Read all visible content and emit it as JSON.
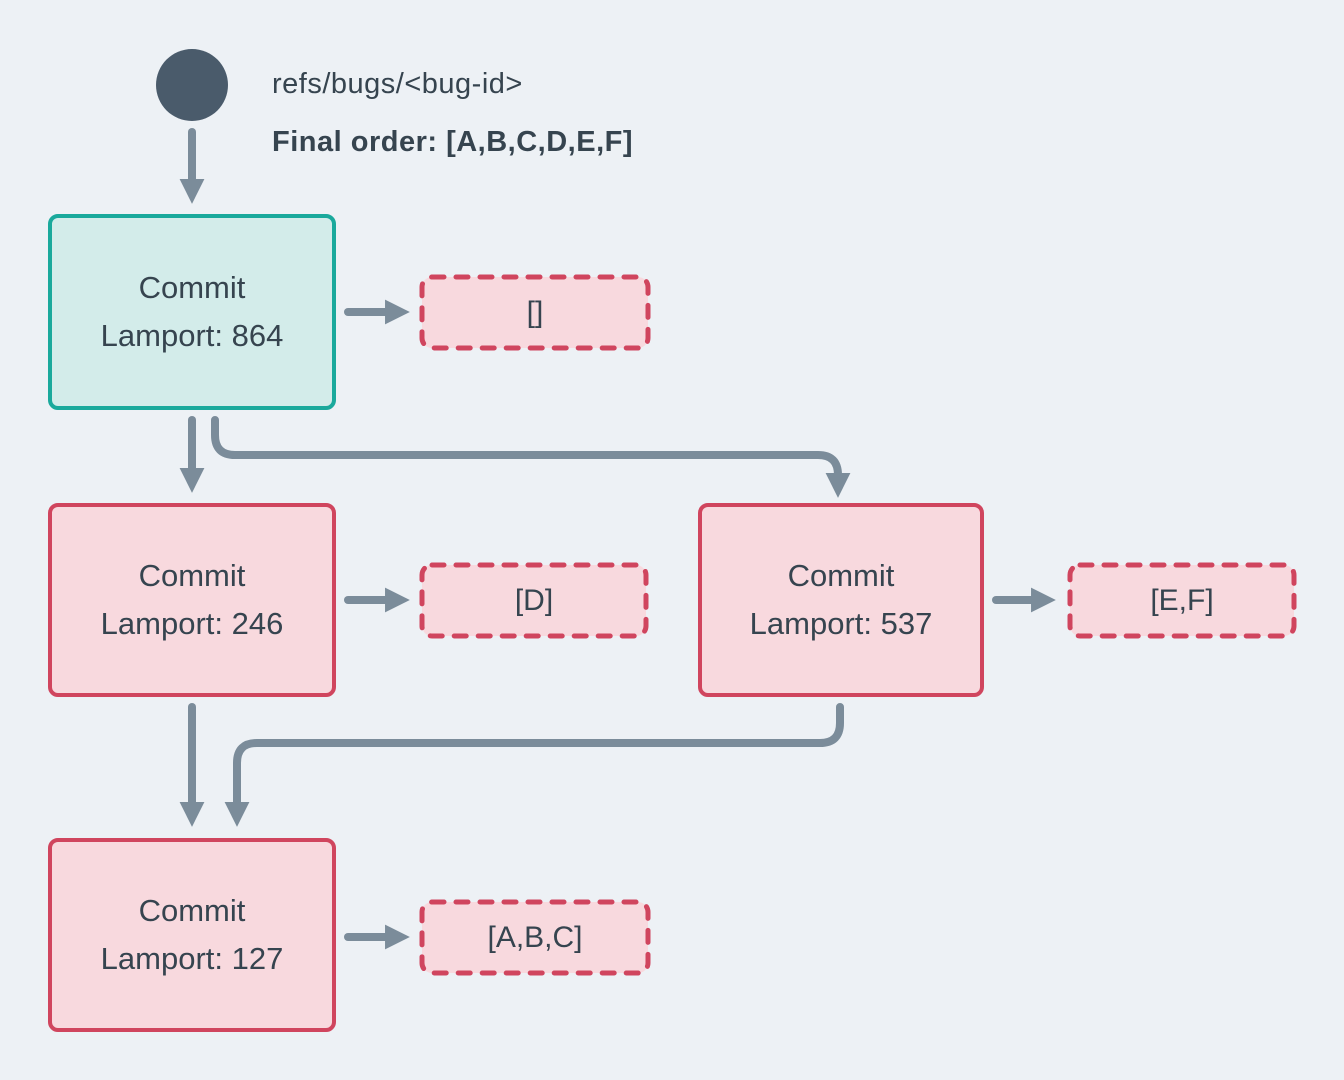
{
  "diagram": {
    "ref_label": "refs/bugs/<bug-id>",
    "final_order_label": "Final order: [A,B,C,D,E,F]",
    "nodes": {
      "root": {
        "line1": "Commit",
        "line2": "Lamport: 864",
        "bucket": "[]"
      },
      "left": {
        "line1": "Commit",
        "line2": "Lamport: 246",
        "bucket": "[D]"
      },
      "right": {
        "line1": "Commit",
        "line2": "Lamport: 537",
        "bucket": "[E,F]"
      },
      "merge": {
        "line1": "Commit",
        "line2": "Lamport: 127",
        "bucket": "[A,B,C]"
      }
    },
    "colors": {
      "background": "#edf1f5",
      "arrow": "#7b8c9a",
      "teal_border": "#1aa99c",
      "teal_fill": "#d3ecea",
      "red_border": "#d0455e",
      "pink_fill": "#f8d9de",
      "text": "#36444f",
      "circle": "#4a5b6b"
    }
  }
}
